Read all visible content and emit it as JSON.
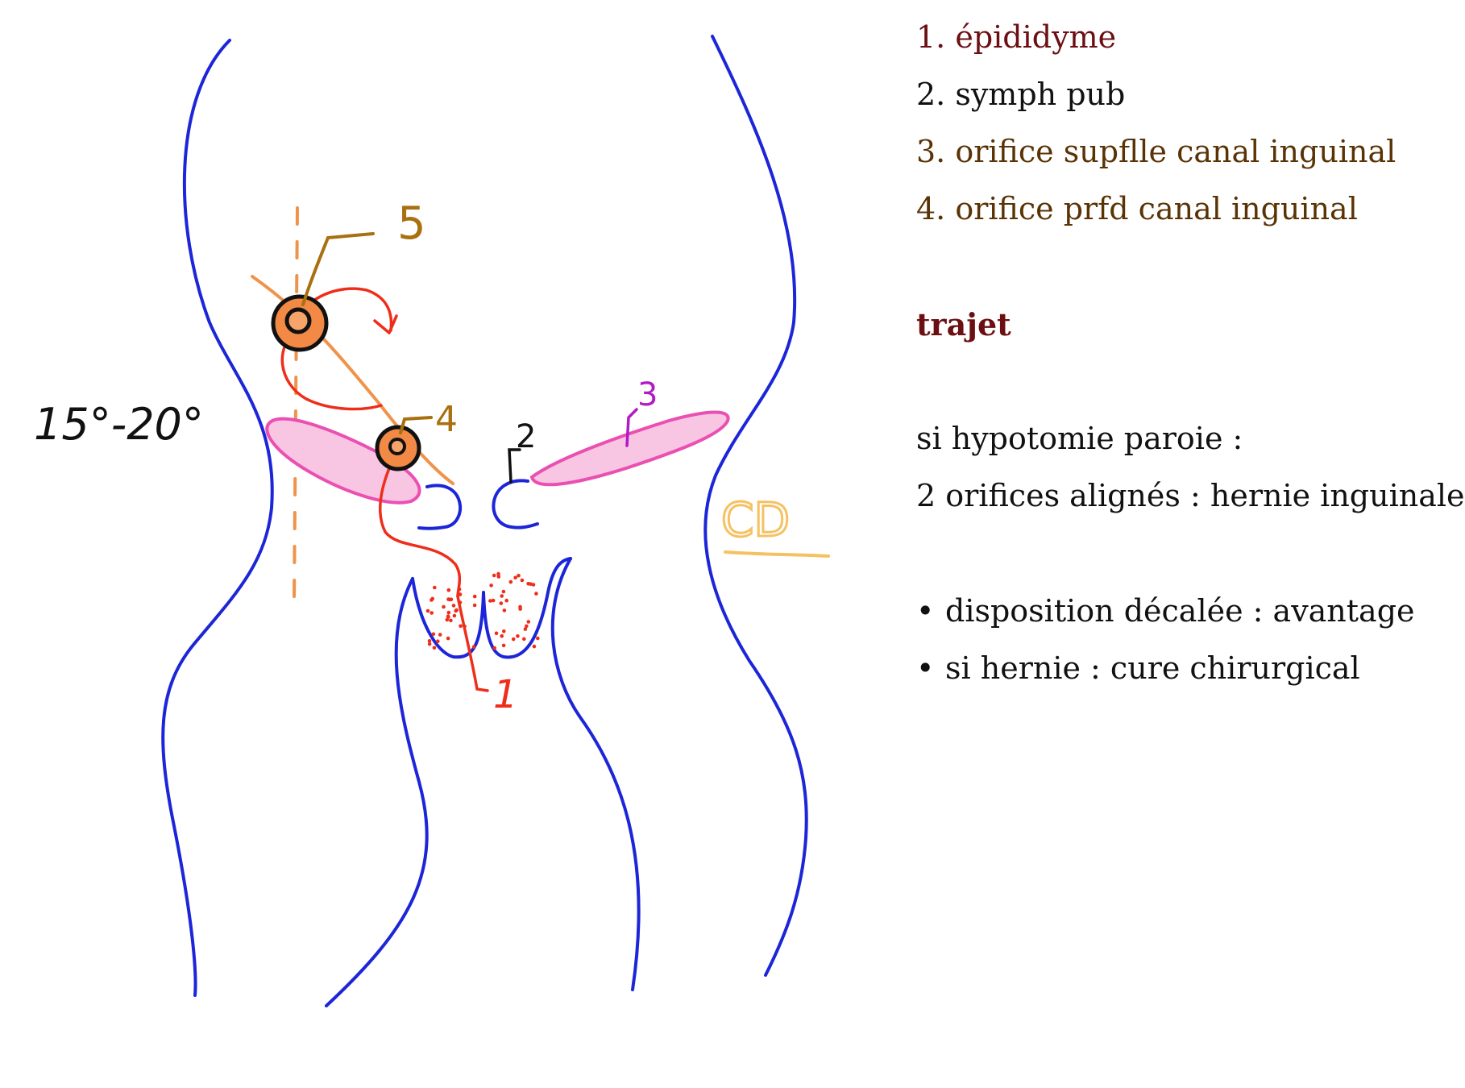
{
  "colors": {
    "outline": "#1c26d8",
    "red_path": "#ee2e1a",
    "orange_fill": "#f28a45",
    "orange_line": "#f0934a",
    "label5": "#a9700f",
    "pink_fill": "#f8c6e2",
    "pink_line": "#ea4fb2",
    "purple": "#b21ac6",
    "yellow_cd": "#f6c163",
    "dark_red_text": "#6b0f12",
    "brown_text": "#5a3305"
  },
  "drawing": {
    "angle_label": "15°-20°",
    "label_1": "1",
    "label_2": "2",
    "label_3": "3",
    "label_4": "4",
    "label_5": "5",
    "corner_mark": "CD"
  },
  "legend": {
    "item1": "1. épididyme",
    "item2": "2. symph pub",
    "item3": "3. orifice supflle canal inguinal",
    "item4": "4. orifice prfd canal inguinal"
  },
  "notes": {
    "trajet": "trajet",
    "hypotomie": "si hypotomie paroie :",
    "aligned": "2 orifices alignés : hernie inguinale",
    "bullet_symbol": "•",
    "bullet1": "disposition décalée : avantage",
    "bullet2": "si hernie : cure chirurgical"
  }
}
